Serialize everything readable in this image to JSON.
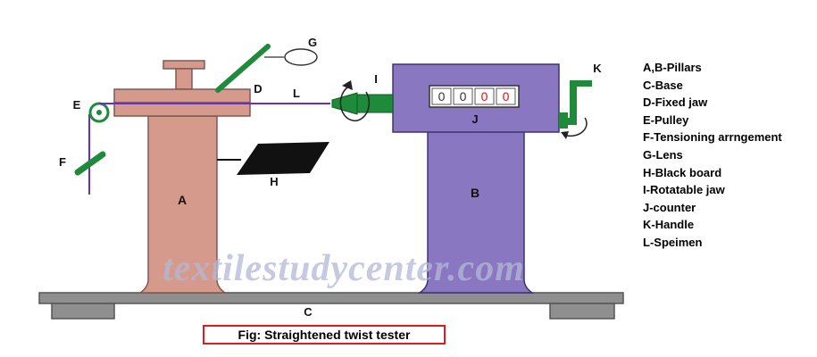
{
  "diagram": {
    "labels": {
      "A": "A",
      "B": "B",
      "C": "C",
      "D": "D",
      "E": "E",
      "F": "F",
      "G": "G",
      "H": "H",
      "I": "I",
      "J": "J",
      "K": "K",
      "L": "L"
    },
    "counter_digits": [
      "0",
      "0",
      "0",
      "0"
    ],
    "watermark": "textilestudycenter.com"
  },
  "legend": [
    "A,B-Pillars",
    "C-Base",
    "D-Fixed jaw",
    "E-Pulley",
    "F-Tensioning arrngement",
    "G-Lens",
    "H-Black board",
    "I-Rotatable jaw",
    "J-counter",
    "K-Handle",
    "L-Speimen"
  ],
  "caption": "Fig: Straightened twist tester",
  "colors": {
    "pillar_a": "#d69a8c",
    "pillar_b": "#8a77c2",
    "green": "#1e8a3a",
    "specimen": "#6a2fbf",
    "base": "#8f8f8f",
    "caption_border": "#e21a1a"
  }
}
